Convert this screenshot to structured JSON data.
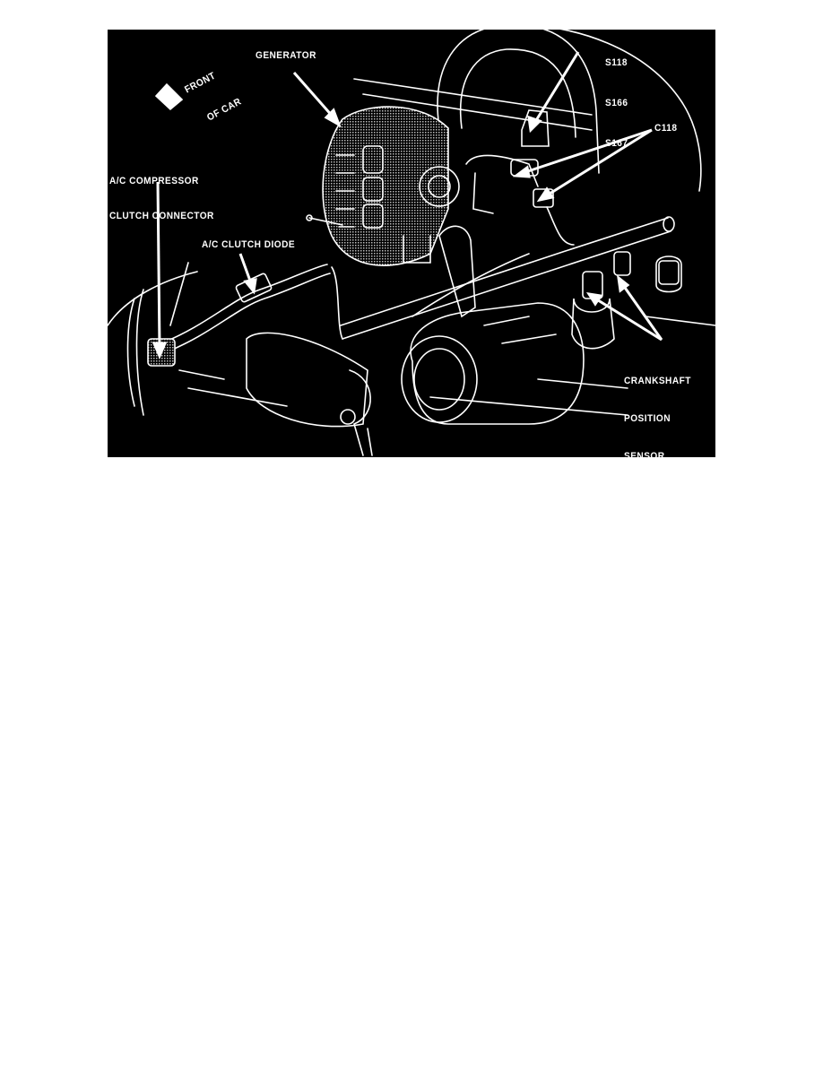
{
  "figure": {
    "background": "#000000",
    "line_color": "#ffffff",
    "labels": {
      "generator": "GENERATOR",
      "front_of_car_line1": "FRONT",
      "front_of_car_line2": "OF CAR",
      "ac_compressor_line1": "A/C COMPRESSOR",
      "ac_compressor_line2": "CLUTCH CONNECTOR",
      "ac_clutch_diode": "A/C CLUTCH DIODE",
      "splice_1": "S118",
      "splice_2": "S166",
      "splice_3": "S167",
      "connector": "C118",
      "crankshaft_line1": "CRANKSHAFT",
      "crankshaft_line2": "POSITION",
      "crankshaft_line3": "SENSOR"
    }
  }
}
